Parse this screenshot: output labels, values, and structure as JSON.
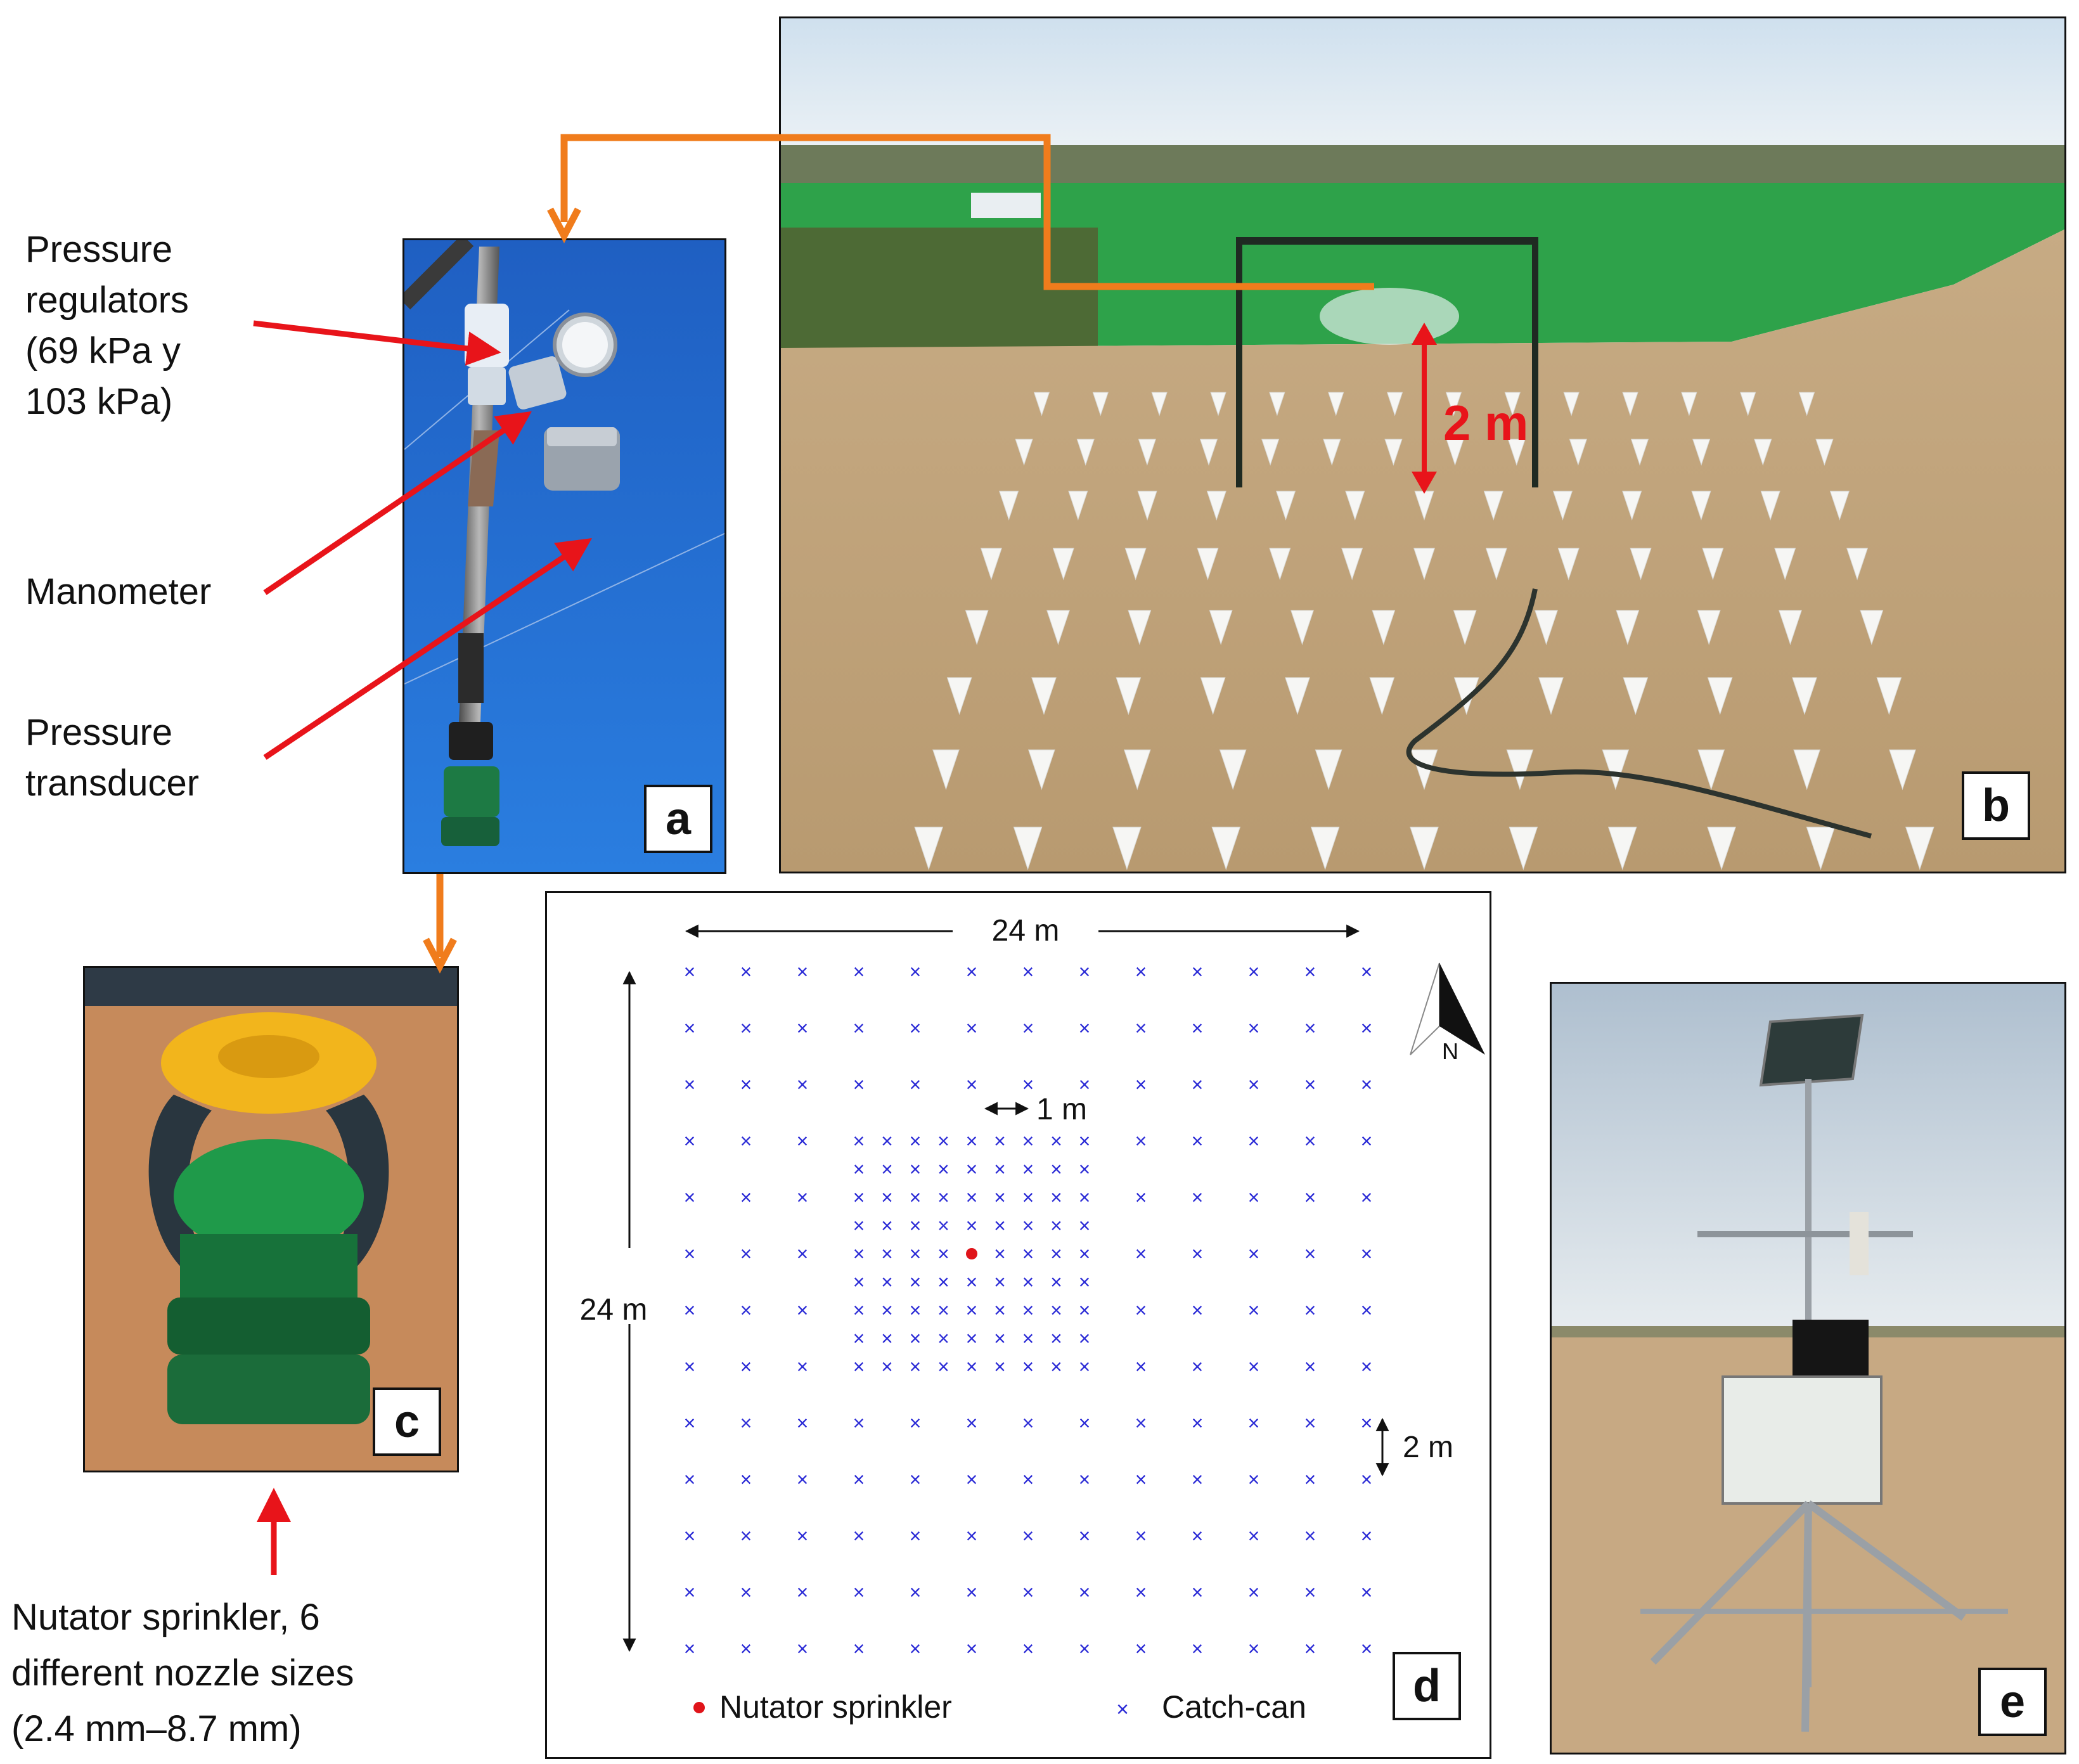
{
  "callouts": {
    "regulators": [
      "Pressure",
      "regulators",
      "(69 kPa y",
      "103 kPa)"
    ],
    "manometer": "Manometer",
    "transducer": [
      "Pressure",
      "transducer"
    ],
    "sprinkler": [
      "Nutator sprinkler, 6",
      "different nozzle sizes",
      "(2.4 mm–8.7 mm)"
    ]
  },
  "panel_labels": {
    "a": "a",
    "b": "b",
    "c": "c",
    "d": "d",
    "e": "e"
  },
  "photo_b": {
    "height_label": "2 m"
  },
  "layout_d": {
    "width_label": "24 m",
    "height_label": "24 m",
    "fine_spacing_label": "1 m",
    "coarse_spacing_label": "2 m",
    "north_label": "N",
    "legend": {
      "sprinkler": "Nutator sprinkler",
      "catch_can": "Catch-can"
    }
  },
  "colors": {
    "arrow_red": "#e8141a",
    "arrow_orange": "#f07c1c",
    "catch_can": "#2b2bd6",
    "sprinkler": "#e0141a",
    "sky_a": "#1f63c8",
    "sky_b": "#dfeaf2",
    "crop": "#2ea24a",
    "soil": "#c9ad86"
  },
  "icons": [
    "north-arrow-icon",
    "catch-can-x-icon",
    "sprinkler-dot-icon"
  ]
}
